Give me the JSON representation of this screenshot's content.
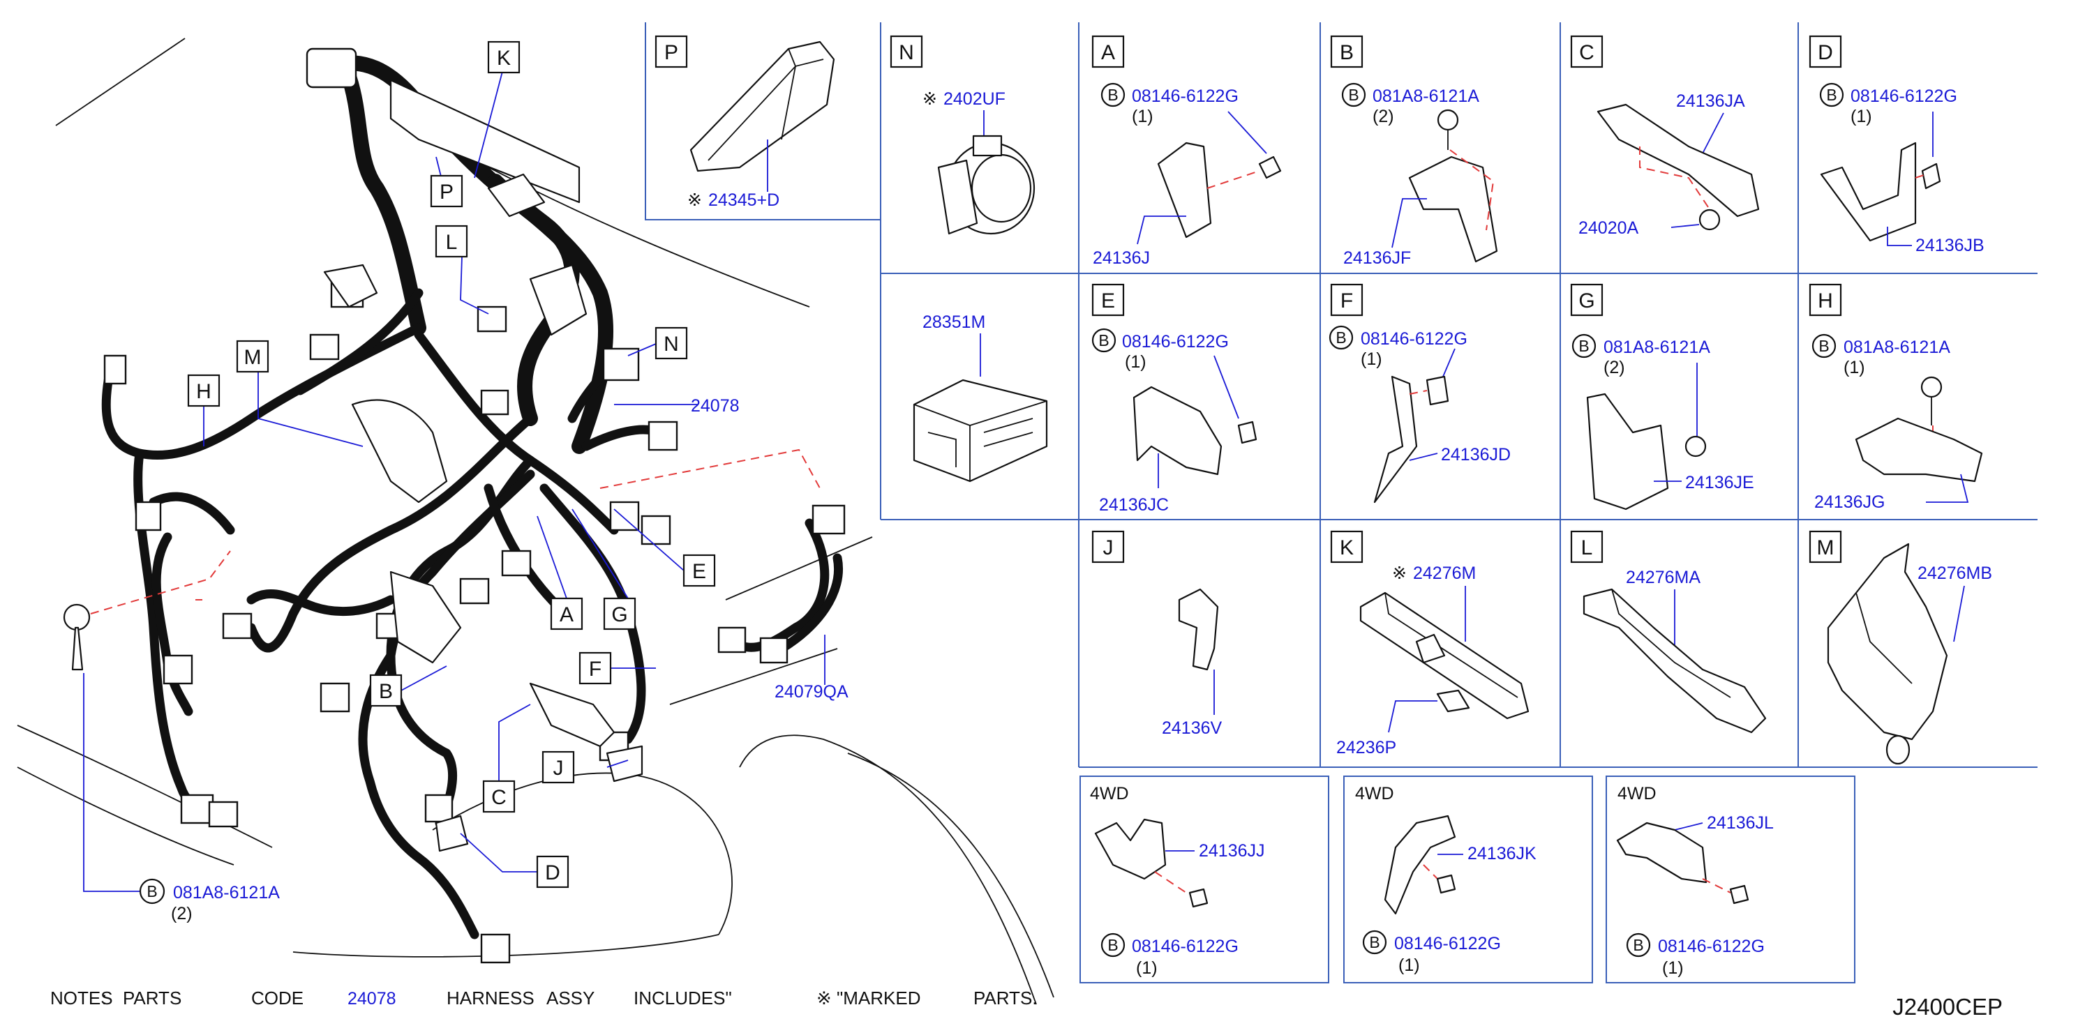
{
  "diagram_code": "J2400CEP",
  "notes": {
    "prefix": "NOTES",
    "colon": ":",
    "parts": "PARTS",
    "code": "CODE",
    "part_number": "24078",
    "harness": "HARNESS",
    "assy": "ASSY",
    "includes": "INCLUDES\"",
    "marked": "※ \"MARKED",
    "parts_end": "PARTS."
  },
  "main": {
    "callouts": [
      "K",
      "P",
      "L",
      "N",
      "M",
      "H",
      "E",
      "A",
      "G",
      "F",
      "B",
      "J",
      "C",
      "D"
    ],
    "part_numbers": {
      "harness": "24078",
      "sub_harness": "24079QA",
      "bolt": "081A8-6121A",
      "bolt_qty": "(2)",
      "bolt_marker": "B"
    }
  },
  "panels": [
    {
      "key": "P",
      "marker": "※",
      "parts": [
        "24345+D"
      ]
    },
    {
      "key": "N",
      "marker": "※",
      "parts": [
        "2402UF"
      ]
    },
    {
      "key": "A",
      "bolt": "08146-6122G",
      "qty": "(1)",
      "parts": [
        "24136J"
      ]
    },
    {
      "key": "B",
      "bolt": "081A8-6121A",
      "qty": "(2)",
      "parts": [
        "24136JF"
      ]
    },
    {
      "key": "C",
      "parts": [
        "24136JA",
        "24020A"
      ]
    },
    {
      "key": "D",
      "bolt": "08146-6122G",
      "qty": "(1)",
      "parts": [
        "24136JB"
      ]
    },
    {
      "key": "",
      "parts": [
        "28351M"
      ]
    },
    {
      "key": "E",
      "bolt": "08146-6122G",
      "qty": "(1)",
      "parts": [
        "24136JC"
      ]
    },
    {
      "key": "F",
      "bolt": "08146-6122G",
      "qty": "(1)",
      "parts": [
        "24136JD"
      ]
    },
    {
      "key": "G",
      "bolt": "081A8-6121A",
      "qty": "(2)",
      "parts": [
        "24136JE"
      ]
    },
    {
      "key": "H",
      "bolt": "081A8-6121A",
      "qty": "(1)",
      "parts": [
        "24136JG"
      ]
    },
    {
      "key": "J",
      "parts": [
        "24136V"
      ]
    },
    {
      "key": "K",
      "marker": "※",
      "parts": [
        "24276M",
        "24236P"
      ]
    },
    {
      "key": "L",
      "parts": [
        "24276MA"
      ]
    },
    {
      "key": "M",
      "parts": [
        "24276MB"
      ]
    },
    {
      "key": "4WD",
      "bolt": "08146-6122G",
      "qty": "(1)",
      "parts": [
        "24136JJ"
      ]
    },
    {
      "key": "4WD",
      "bolt": "08146-6122G",
      "qty": "(1)",
      "parts": [
        "24136JK"
      ]
    },
    {
      "key": "4WD",
      "bolt": "08146-6122G",
      "qty": "(1)",
      "parts": [
        "24136JL"
      ]
    }
  ],
  "colors": {
    "part_number": "#1a1ad6",
    "grid": "#3a5fb8",
    "dashed": "#e23a3a",
    "line": "#111111"
  }
}
